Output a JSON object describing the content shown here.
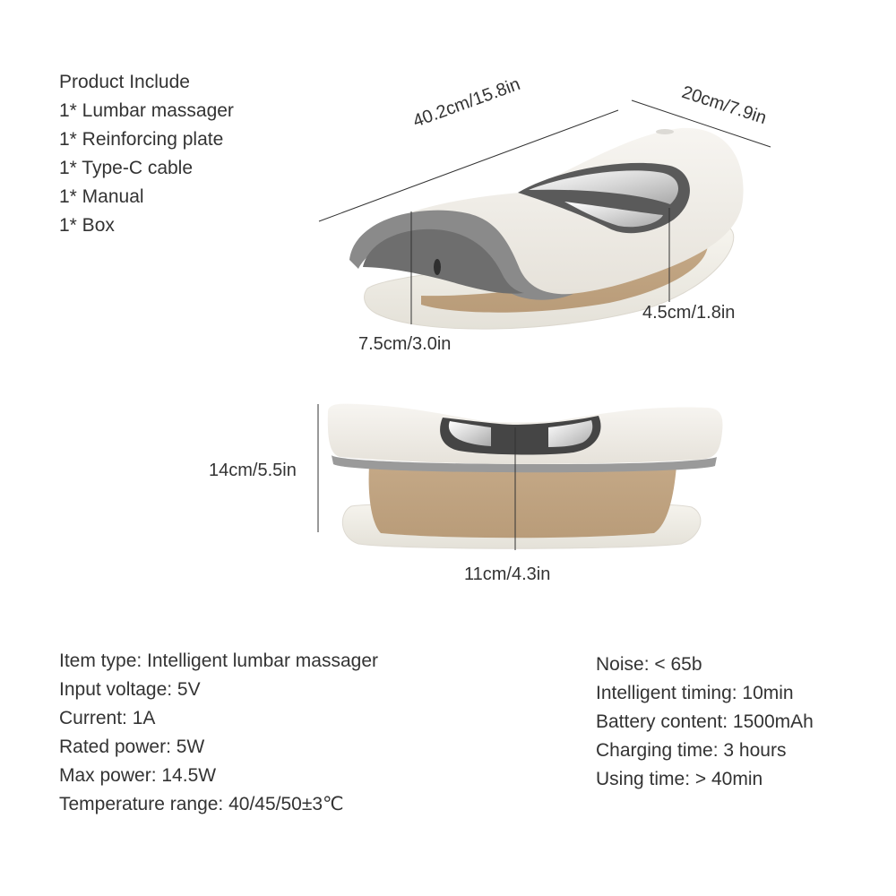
{
  "package_contents": {
    "title": "Product Include",
    "items": [
      "1* Lumbar massager",
      "1* Reinforcing plate",
      "1* Type-C cable",
      "1* Manual",
      "1* Box"
    ]
  },
  "dimensions": {
    "length": "40.2cm/15.8in",
    "width": "20cm/7.9in",
    "side_height": "7.5cm/3.0in",
    "center_height": "4.5cm/1.8in",
    "front_height": "14cm/5.5in",
    "front_depth": "11cm/4.3in"
  },
  "specs_left": [
    "Item type: Intelligent lumbar massager",
    "Input voltage: 5V",
    "Current: 1A",
    "Rated power: 5W",
    "Max power: 14.5W",
    "Temperature range: 40/45/50±3℃"
  ],
  "specs_right": [
    "Noise: < 65b",
    "Intelligent timing: 10min",
    "Battery content: 1500mAh",
    "Charging time: 3 hours",
    "Using time: > 40min"
  ],
  "colors": {
    "body_white": "#efece6",
    "shell_gray": "#7a7a7a",
    "dark_gray": "#5a5a5a",
    "cushion_tan": "#c9ae8c",
    "base_plate": "#f3f1ea",
    "text": "#333333"
  }
}
